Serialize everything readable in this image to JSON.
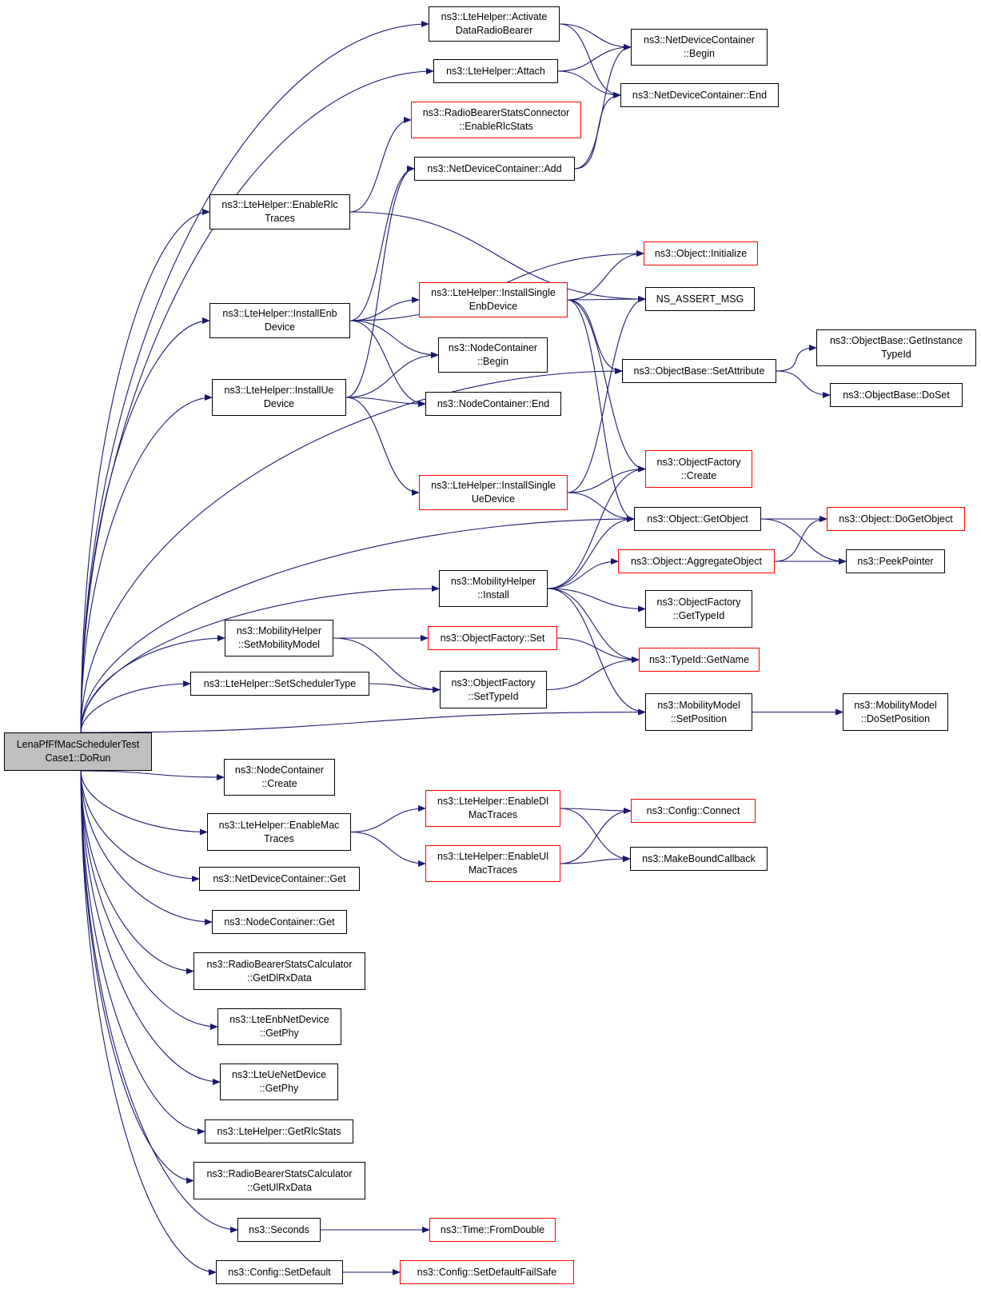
{
  "colors": {
    "edge": "#191970",
    "border": "#000000",
    "external_border": "#ff0000",
    "root_fill": "#bfbfbf"
  },
  "nodes": {
    "root": {
      "lines": [
        "LenaPfFfMacSchedulerTest",
        "Case1::DoRun"
      ],
      "style": "root"
    },
    "activate": {
      "lines": [
        "ns3::LteHelper::Activate",
        "DataRadioBearer"
      ],
      "style": "normal"
    },
    "attach": {
      "lines": [
        "ns3::LteHelper::Attach"
      ],
      "style": "normal"
    },
    "rbsc_enable": {
      "lines": [
        "ns3::RadioBearerStatsConnector",
        "::EnableRlcStats"
      ],
      "style": "external"
    },
    "ndc_add": {
      "lines": [
        "ns3::NetDeviceContainer::Add"
      ],
      "style": "normal"
    },
    "enable_rlc": {
      "lines": [
        "ns3::LteHelper::EnableRlc",
        "Traces"
      ],
      "style": "normal"
    },
    "ndc_begin": {
      "lines": [
        "ns3::NetDeviceContainer",
        "::Begin"
      ],
      "style": "normal"
    },
    "ndc_end": {
      "lines": [
        "ns3::NetDeviceContainer::End"
      ],
      "style": "normal"
    },
    "obj_init": {
      "lines": [
        "ns3::Object::Initialize"
      ],
      "style": "external"
    },
    "assert": {
      "lines": [
        "NS_ASSERT_MSG"
      ],
      "style": "normal"
    },
    "install_enb": {
      "lines": [
        "ns3::LteHelper::InstallEnb",
        "Device"
      ],
      "style": "normal"
    },
    "install_single_enb": {
      "lines": [
        "ns3::LteHelper::InstallSingle",
        "EnbDevice"
      ],
      "style": "external"
    },
    "nc_begin": {
      "lines": [
        "ns3::NodeContainer",
        "::Begin"
      ],
      "style": "normal"
    },
    "nc_end": {
      "lines": [
        "ns3::NodeContainer::End"
      ],
      "style": "normal"
    },
    "install_ue": {
      "lines": [
        "ns3::LteHelper::InstallUe",
        "Device"
      ],
      "style": "normal"
    },
    "ob_getinst": {
      "lines": [
        "ns3::ObjectBase::GetInstance",
        "TypeId"
      ],
      "style": "normal"
    },
    "ob_setattr": {
      "lines": [
        "ns3::ObjectBase::SetAttribute"
      ],
      "style": "normal"
    },
    "ob_doset": {
      "lines": [
        "ns3::ObjectBase::DoSet"
      ],
      "style": "normal"
    },
    "of_create": {
      "lines": [
        "ns3::ObjectFactory",
        "::Create"
      ],
      "style": "external"
    },
    "install_single_ue": {
      "lines": [
        "ns3::LteHelper::InstallSingle",
        "UeDevice"
      ],
      "style": "external"
    },
    "obj_getobject": {
      "lines": [
        "ns3::Object::GetObject"
      ],
      "style": "normal"
    },
    "obj_dogetobject": {
      "lines": [
        "ns3::Object::DoGetObject"
      ],
      "style": "external"
    },
    "obj_aggregate": {
      "lines": [
        "ns3::Object::AggregateObject"
      ],
      "style": "external"
    },
    "peek": {
      "lines": [
        "ns3::PeekPointer"
      ],
      "style": "normal"
    },
    "mh_install": {
      "lines": [
        "ns3::MobilityHelper",
        "::Install"
      ],
      "style": "normal"
    },
    "of_gettypeid": {
      "lines": [
        "ns3::ObjectFactory",
        "::GetTypeId"
      ],
      "style": "normal"
    },
    "mh_setmodel": {
      "lines": [
        "ns3::MobilityHelper",
        "::SetMobilityModel"
      ],
      "style": "normal"
    },
    "of_set": {
      "lines": [
        "ns3::ObjectFactory::Set"
      ],
      "style": "external"
    },
    "typeid_getname": {
      "lines": [
        "ns3::TypeId::GetName"
      ],
      "style": "external"
    },
    "set_scheduler": {
      "lines": [
        "ns3::LteHelper::SetSchedulerType"
      ],
      "style": "normal"
    },
    "of_settypeid": {
      "lines": [
        "ns3::ObjectFactory",
        "::SetTypeId"
      ],
      "style": "normal"
    },
    "mm_setpos": {
      "lines": [
        "ns3::MobilityModel",
        "::SetPosition"
      ],
      "style": "normal"
    },
    "mm_dosetpos": {
      "lines": [
        "ns3::MobilityModel",
        "::DoSetPosition"
      ],
      "style": "normal"
    },
    "nc_create": {
      "lines": [
        "ns3::NodeContainer",
        "::Create"
      ],
      "style": "normal"
    },
    "enable_dl_mac": {
      "lines": [
        "ns3::LteHelper::EnableDl",
        "MacTraces"
      ],
      "style": "external"
    },
    "config_connect": {
      "lines": [
        "ns3::Config::Connect"
      ],
      "style": "external"
    },
    "enable_mac": {
      "lines": [
        "ns3::LteHelper::EnableMac",
        "Traces"
      ],
      "style": "normal"
    },
    "enable_ul_mac": {
      "lines": [
        "ns3::LteHelper::EnableUl",
        "MacTraces"
      ],
      "style": "external"
    },
    "make_bound": {
      "lines": [
        "ns3::MakeBoundCallback"
      ],
      "style": "normal"
    },
    "ndc_get": {
      "lines": [
        "ns3::NetDeviceContainer::Get"
      ],
      "style": "normal"
    },
    "nc_get": {
      "lines": [
        "ns3::NodeContainer::Get"
      ],
      "style": "normal"
    },
    "rbsc_dl": {
      "lines": [
        "ns3::RadioBearerStatsCalculator",
        "::GetDlRxData"
      ],
      "style": "normal"
    },
    "enb_getphy": {
      "lines": [
        "ns3::LteEnbNetDevice",
        "::GetPhy"
      ],
      "style": "normal"
    },
    "ue_getphy": {
      "lines": [
        "ns3::LteUeNetDevice",
        "::GetPhy"
      ],
      "style": "normal"
    },
    "get_rlc_stats": {
      "lines": [
        "ns3::LteHelper::GetRlcStats"
      ],
      "style": "normal"
    },
    "rbsc_ul": {
      "lines": [
        "ns3::RadioBearerStatsCalculator",
        "::GetUlRxData"
      ],
      "style": "normal"
    },
    "seconds": {
      "lines": [
        "ns3::Seconds"
      ],
      "style": "normal"
    },
    "time_fromdouble": {
      "lines": [
        "ns3::Time::FromDouble"
      ],
      "style": "external"
    },
    "config_setdefault": {
      "lines": [
        "ns3::Config::SetDefault"
      ],
      "style": "normal"
    },
    "config_setdefault_fs": {
      "lines": [
        "ns3::Config::SetDefaultFailSafe"
      ],
      "style": "external"
    }
  },
  "edges": [
    [
      "root",
      "activate"
    ],
    [
      "root",
      "attach"
    ],
    [
      "root",
      "enable_rlc"
    ],
    [
      "root",
      "install_enb"
    ],
    [
      "root",
      "install_ue"
    ],
    [
      "root",
      "ob_setattr"
    ],
    [
      "root",
      "obj_getobject"
    ],
    [
      "root",
      "mh_install"
    ],
    [
      "root",
      "mh_setmodel"
    ],
    [
      "root",
      "set_scheduler"
    ],
    [
      "root",
      "mm_setpos"
    ],
    [
      "root",
      "nc_create"
    ],
    [
      "root",
      "enable_mac"
    ],
    [
      "root",
      "ndc_get"
    ],
    [
      "root",
      "nc_get"
    ],
    [
      "root",
      "rbsc_dl"
    ],
    [
      "root",
      "enb_getphy"
    ],
    [
      "root",
      "ue_getphy"
    ],
    [
      "root",
      "get_rlc_stats"
    ],
    [
      "root",
      "rbsc_ul"
    ],
    [
      "root",
      "seconds"
    ],
    [
      "root",
      "config_setdefault"
    ],
    [
      "activate",
      "ndc_begin"
    ],
    [
      "activate",
      "ndc_end"
    ],
    [
      "attach",
      "ndc_begin"
    ],
    [
      "attach",
      "ndc_end"
    ],
    [
      "ndc_add",
      "ndc_begin"
    ],
    [
      "ndc_add",
      "ndc_end"
    ],
    [
      "enable_rlc",
      "rbsc_enable"
    ],
    [
      "enable_rlc",
      "assert"
    ],
    [
      "install_enb",
      "ndc_add"
    ],
    [
      "install_enb",
      "obj_init"
    ],
    [
      "install_enb",
      "install_single_enb"
    ],
    [
      "install_enb",
      "nc_begin"
    ],
    [
      "install_enb",
      "nc_end"
    ],
    [
      "install_single_enb",
      "obj_init"
    ],
    [
      "install_single_enb",
      "assert"
    ],
    [
      "install_single_enb",
      "ob_setattr"
    ],
    [
      "install_single_enb",
      "of_create"
    ],
    [
      "install_single_enb",
      "obj_getobject"
    ],
    [
      "install_ue",
      "ndc_add"
    ],
    [
      "install_ue",
      "nc_begin"
    ],
    [
      "install_ue",
      "nc_end"
    ],
    [
      "install_ue",
      "install_single_ue"
    ],
    [
      "install_single_ue",
      "assert"
    ],
    [
      "install_single_ue",
      "of_create"
    ],
    [
      "install_single_ue",
      "obj_getobject"
    ],
    [
      "ob_setattr",
      "ob_getinst"
    ],
    [
      "ob_setattr",
      "ob_doset"
    ],
    [
      "obj_getobject",
      "obj_dogetobject"
    ],
    [
      "obj_getobject",
      "peek"
    ],
    [
      "obj_aggregate",
      "obj_dogetobject"
    ],
    [
      "obj_aggregate",
      "peek"
    ],
    [
      "mh_install",
      "of_create"
    ],
    [
      "mh_install",
      "obj_getobject"
    ],
    [
      "mh_install",
      "obj_aggregate"
    ],
    [
      "mh_install",
      "of_gettypeid"
    ],
    [
      "mh_install",
      "typeid_getname"
    ],
    [
      "mh_install",
      "mm_setpos"
    ],
    [
      "mh_setmodel",
      "of_set"
    ],
    [
      "mh_setmodel",
      "of_settypeid"
    ],
    [
      "of_set",
      "typeid_getname"
    ],
    [
      "set_scheduler",
      "of_settypeid"
    ],
    [
      "of_settypeid",
      "typeid_getname"
    ],
    [
      "mm_setpos",
      "mm_dosetpos"
    ],
    [
      "enable_mac",
      "enable_dl_mac"
    ],
    [
      "enable_mac",
      "enable_ul_mac"
    ],
    [
      "enable_dl_mac",
      "config_connect"
    ],
    [
      "enable_dl_mac",
      "make_bound"
    ],
    [
      "enable_ul_mac",
      "config_connect"
    ],
    [
      "enable_ul_mac",
      "make_bound"
    ],
    [
      "seconds",
      "time_fromdouble"
    ],
    [
      "config_setdefault",
      "config_setdefault_fs"
    ]
  ]
}
